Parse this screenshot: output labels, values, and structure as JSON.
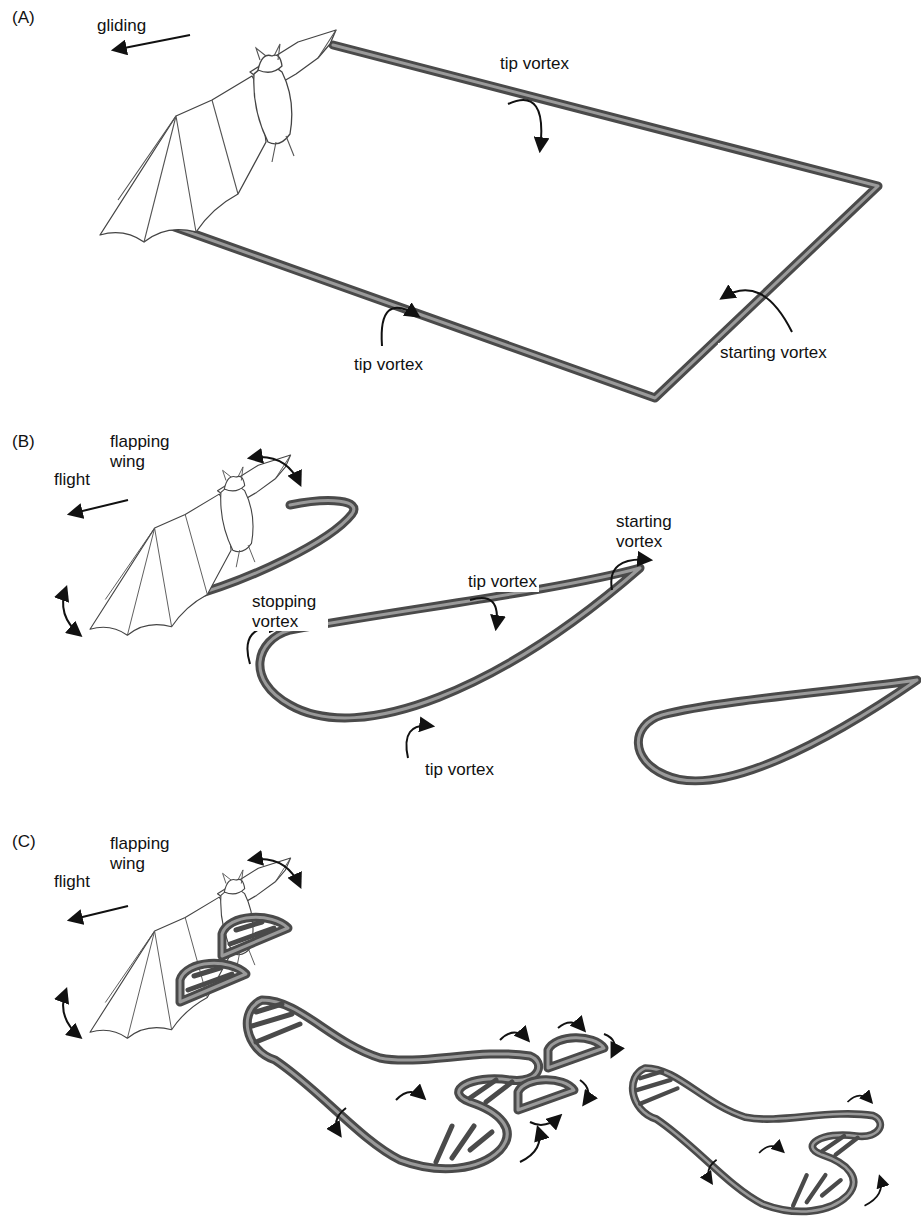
{
  "diagram": {
    "labels": [
      "(A)",
      "gliding",
      "tip vortex",
      "starting vortex",
      "tip vortex",
      "(B)",
      "flapping wing",
      "flight",
      "tip vortex",
      "stopping vortex",
      "starting vortex",
      "tip vortex",
      "(C)",
      "flapping wing",
      "flight"
    ]
  }
}
